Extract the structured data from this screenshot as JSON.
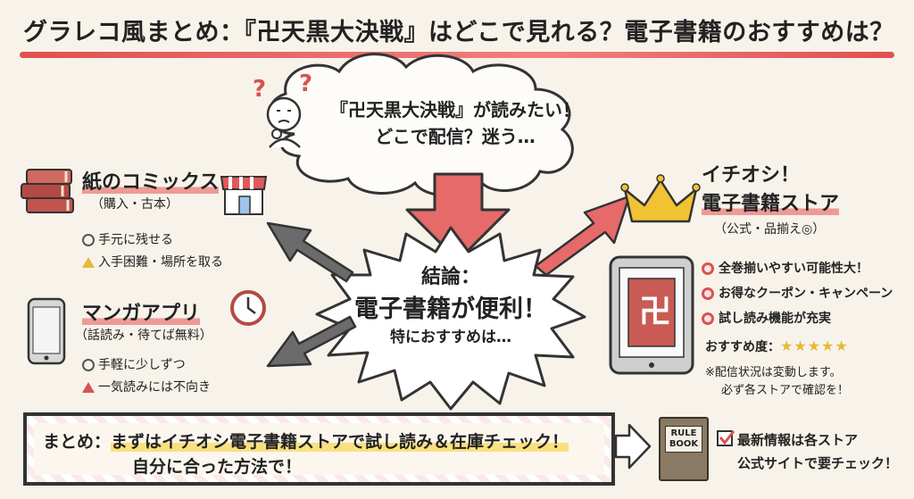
{
  "title": "グラレコ風まとめ：『卍天黒大決戦』はどこで見れる？電子書籍のおすすめは？",
  "cloud": {
    "line1": "『卍天黒大決戦』が読みたい！",
    "line2": "どこで配信？迷う…",
    "question_marks": "? ?"
  },
  "center": {
    "title": "結論：",
    "main": "電子書籍が便利！",
    "sub": "特におすすめは…"
  },
  "paper_comics": {
    "title": "紙のコミックス",
    "subtitle": "（購入・古本）",
    "pros": "手元に残せる",
    "cons": "入手困難・場所を取る"
  },
  "manga_app": {
    "title": "マンガアプリ",
    "subtitle": "（話読み・待てば無料）",
    "pros": "手軽に少しずつ",
    "cons": "一気読みには不向き"
  },
  "ebook_store": {
    "title_line1": "イチオシ！",
    "title_line2": "電子書籍ストア",
    "subtitle": "（公式・品揃え◎）",
    "points": [
      "全巻揃いやすい可能性大！",
      "お得なクーポン・キャンペーン",
      "試し読み機能が充実"
    ],
    "rating_label": "おすすめ度：",
    "rating": 5,
    "stars": "★★★★★",
    "note_line1": "※配信状況は変動します。",
    "note_line2": "必ず各ストアで確認を！",
    "tablet_symbol": "卍"
  },
  "summary": {
    "label": "まとめ：",
    "line1": "まずはイチオシ電子書籍ストアで試し読み＆在庫チェック！",
    "line2": "自分に合った方法で！"
  },
  "rule_book": {
    "label_line1": "RULE",
    "label_line2": "BOOK"
  },
  "latest_info": {
    "line1": "最新情報は各ストア",
    "line2": "公式サイトで要チェック！"
  },
  "colors": {
    "accent_red": "#d9534f",
    "highlight_yellow": "#f5d04e",
    "arrow_gray": "#6b6b6b",
    "crown_gold": "#f1c232"
  }
}
